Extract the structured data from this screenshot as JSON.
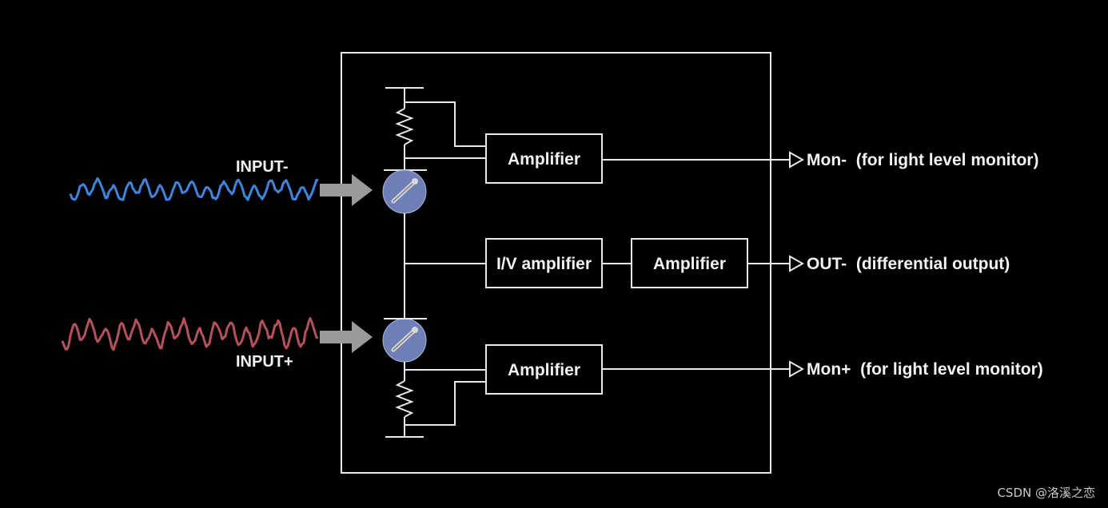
{
  "diagram": {
    "inputs": {
      "negative_label": "INPUT-",
      "positive_label": "INPUT+"
    },
    "blocks": {
      "amp_top": "Amplifier",
      "iv_amp": "I/V amplifier",
      "amp_mid": "Amplifier",
      "amp_bottom": "Amplifier"
    },
    "outputs": {
      "mon_minus": "Mon-  (for light level monitor)",
      "out_minus": "OUT-  (differential output)",
      "mon_plus": "Mon+  (for light level monitor)"
    },
    "colors": {
      "input_minus_wave": "#3a86e0",
      "input_plus_wave": "#b8505c",
      "arrow": "#9a9a9a",
      "photodiode": "#6e7fb8"
    },
    "watermark": "CSDN @洛溪之恋"
  }
}
